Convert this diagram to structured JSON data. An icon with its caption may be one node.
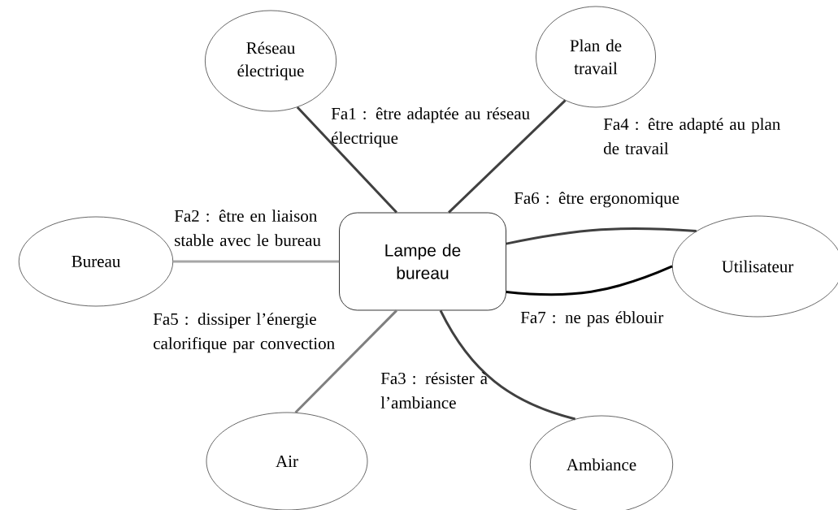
{
  "diagram": {
    "nodes": [
      {
        "text": [
          "Lampe de bureau"
        ]
      },
      {
        "text": [
          "Réseau électrique"
        ]
      },
      {
        "text": [
          "Plan de travail"
        ]
      },
      {
        "text": [
          "Bureau"
        ]
      },
      {
        "text": [
          "Utilisateur"
        ]
      },
      {
        "text": [
          "Air"
        ]
      },
      {
        "text": [
          "Ambiance"
        ]
      }
    ],
    "edges": [
      {
        "from": 0,
        "to": 1,
        "arrow": "none",
        "label": "Fa1 : être adaptée au réseau électrique"
      },
      {
        "from": 0,
        "to": 3,
        "arrow": "none",
        "label": "Fa2 : être en liaison stable avec le bureau",
        "color": "#a6a6a6"
      },
      {
        "from": 0,
        "to": 6,
        "arrow": "none",
        "label": "Fa3 : résister à l’ambiance"
      },
      {
        "from": 0,
        "to": 2,
        "arrow": "none",
        "label": "Fa4 : être adapté au plan de travail"
      },
      {
        "from": 0,
        "to": 5,
        "arrow": "none",
        "label": "Fa5 : dissiper l’énergie calorifique par convection",
        "color": "#7f7f7f"
      },
      {
        "from": 0,
        "to": 4,
        "arrow": "none",
        "label": "Fa6 : être ergonomique"
      },
      {
        "from": 0,
        "to": 4,
        "arrow": "none",
        "label": "Fa7 : ne pas éblouir",
        "color": "#000000"
      }
    ]
  }
}
